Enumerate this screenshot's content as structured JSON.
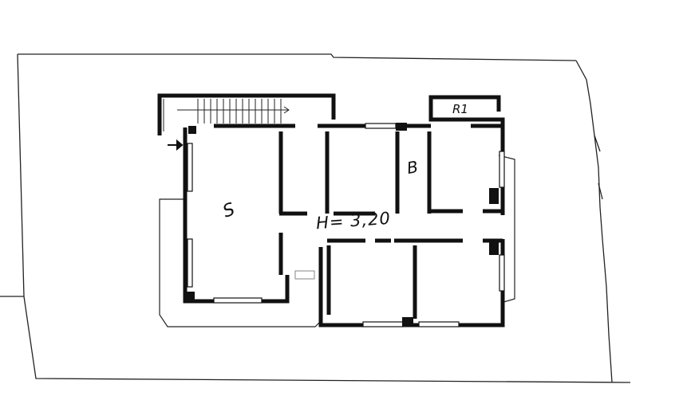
{
  "plan": {
    "height_label": "H= 3,20",
    "room_label_r1": "R1",
    "room_label_s": "S",
    "room_label_b": "B"
  },
  "colors": {
    "ink": "#111111",
    "paper": "#ffffff"
  },
  "icons": [
    "staircase",
    "entrance-arrow",
    "door-opening",
    "window"
  ]
}
